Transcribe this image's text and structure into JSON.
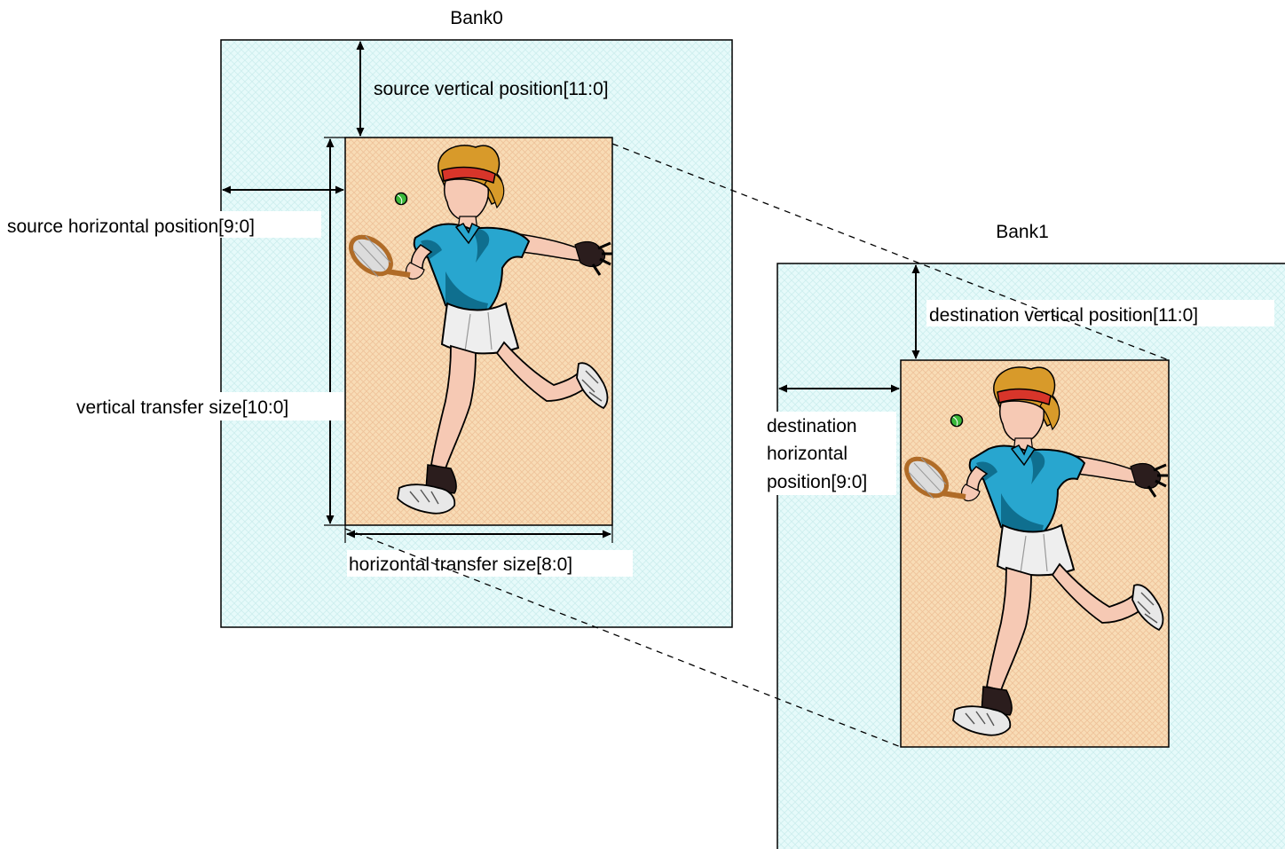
{
  "colors": {
    "bank_fill": "#e6fafa",
    "bank_hatch": "#cdeeee",
    "image_fill": "#f8dcb6",
    "image_hatch": "#efc39a",
    "skin": "#f6c9b4",
    "hair": "#d89a2a",
    "headband": "#d8352a",
    "shirt": "#28a6cf",
    "shirt_shade": "#0f6f8f",
    "skirt": "#eeeeee",
    "shoe": "#e8e8e8",
    "glove": "#2b1d1d",
    "ball": "#3ab83a",
    "racket": "#b06c28",
    "strings": "#dcdcdc",
    "line": "#000000"
  },
  "diagram": {
    "bank0": {
      "title": "Bank0",
      "source_vertical_position": "source vertical position[11:0]",
      "source_horizontal_position": "source horizontal position[9:0]",
      "vertical_transfer_size": "vertical transfer size[10:0]",
      "horizontal_transfer_size": "horizontal transfer size[8:0]",
      "image_icon": "tennis-player-icon"
    },
    "bank1": {
      "title": "Bank1",
      "destination_vertical_position": "destination vertical position[11:0]",
      "destination_horizontal_position_lines": [
        "destination",
        "horizontal",
        "position[9:0]"
      ],
      "image_icon": "tennis-player-icon"
    }
  }
}
